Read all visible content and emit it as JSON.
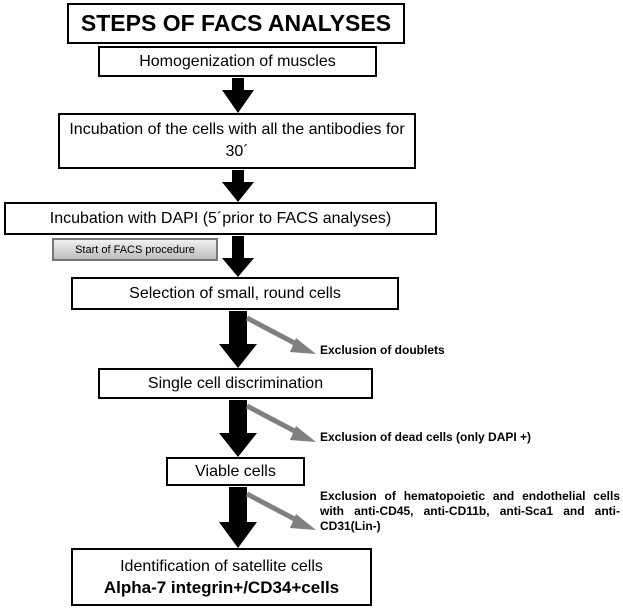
{
  "title": "STEPS OF FACS ANALYSES",
  "steps": [
    {
      "text": "Homogenization  of muscles"
    },
    {
      "text": "Incubation of the cells with all the antibodies for 30´"
    },
    {
      "text": "Incubation with DAPI (5´prior to FACS analyses)"
    },
    {
      "text": "Selection of small,  round cells"
    },
    {
      "text": "Single cell discrimination"
    },
    {
      "text": "Viable cells"
    },
    {
      "text_line1": "Identification of satellite cells",
      "text_line2": "Alpha-7 integrin+/CD34+cells"
    }
  ],
  "badge": "Start of FACS procedure",
  "exclusions": [
    "Exclusion of doublets",
    "Exclusion of dead cells (only DAPI +)",
    "Exclusion of hematopoietic and endothelial cells with anti-CD45, anti-CD11b, anti-Sca1 and anti-CD31(Lin-)"
  ],
  "colors": {
    "arrow_main": "#000000",
    "arrow_exclusion": "#808080",
    "badge_border": "#777777"
  }
}
